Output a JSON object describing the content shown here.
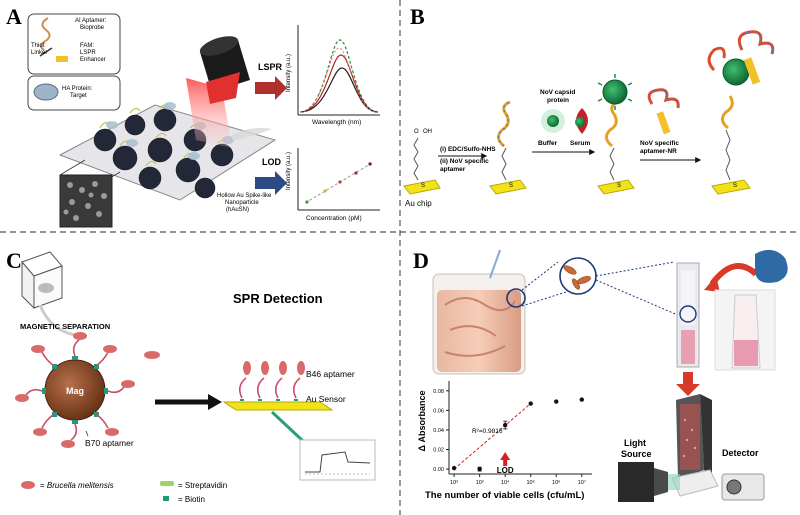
{
  "panels": {
    "A": {
      "letter": "A",
      "legend": {
        "aptamer_line1": "AI Aptamer:",
        "aptamer_line2": "Bioprobe",
        "thiol_line1": "Thiol:",
        "thiol_line2": "Linker",
        "fam_line1": "FAM:",
        "fam_line2": "LSPR",
        "fam_line3": "Enhancer",
        "ha_line1": "HA Protein:",
        "ha_line2": "Target"
      },
      "nanoparticle_label_line1": "Hollow Au Spike-like",
      "nanoparticle_label_line2": "Nanoparticle",
      "nanoparticle_label_line3": "(hAuSN)",
      "lspr_label": "LSPR",
      "lspr_plot": {
        "ylabel": "Intensity (a.u.)",
        "xlabel": "Wavelength (nm)"
      },
      "lod_label": "LOD",
      "lod_plot": {
        "ylabel": "Intensity (a.u.)",
        "xlabel": "Concentration (pM)"
      }
    },
    "B": {
      "letter": "B",
      "au_chip_label": "Au chip",
      "carboxyl_label": "OH",
      "carbonyl_label": "O",
      "s_label": "S",
      "step1": "(i) EDC/Sulfo-NHS",
      "step2_line1": "(ii) NoV specific",
      "step2_line2": "aptamer",
      "capsid_line1": "NoV capsid",
      "capsid_line2": "protein",
      "buffer_label": "Buffer",
      "serum_label": "Serum",
      "aptamer_nr_line1": "NoV specific",
      "aptamer_nr_line2": "aptamer-NR"
    },
    "C": {
      "letter": "C",
      "magnetic_separation": "MAGNETIC SEPARATION",
      "spr_detection": "SPR Detection",
      "mag_label": "Mag",
      "b46_label": "B46 aptamer",
      "au_sensor_label": "Au Sensor",
      "b70_label": "B70 aptamer",
      "legend_brucella_prefix": "= ",
      "legend_brucella": "Brucella melitensis",
      "legend_streptavidin": "= Streptavidin",
      "legend_biotin": "= Biotin"
    },
    "D": {
      "letter": "D",
      "light_source_line1": "Light",
      "light_source_line2": "Source",
      "detector_label": "Detector",
      "lod_label": "LOD",
      "r2_label": "R²=0.9816"
    }
  },
  "chart_data": {
    "type": "scatter",
    "xscale": "log",
    "xlabel": "The number of viable cells (cfu/mL)",
    "ylabel": "Δ Absorbance",
    "x_ticks": [
      "10²",
      "10³",
      "10⁴",
      "10⁵",
      "10⁶",
      "10⁷"
    ],
    "y_ticks": [
      "0.00",
      "0.02",
      "0.04",
      "0.06",
      "0.08"
    ],
    "xlim_exp": [
      1.8,
      7.4
    ],
    "ylim": [
      -0.005,
      0.09
    ],
    "points": [
      {
        "x_exp": 2,
        "y": 0.001,
        "err": 0
      },
      {
        "x_exp": 3,
        "y": 0.0,
        "err": 0.002
      },
      {
        "x_exp": 4,
        "y": 0.045,
        "err": 0.004
      },
      {
        "x_exp": 5,
        "y": 0.067,
        "err": 0
      },
      {
        "x_exp": 6,
        "y": 0.069,
        "err": 0
      },
      {
        "x_exp": 7,
        "y": 0.071,
        "err": 0
      }
    ],
    "fit": {
      "x_exp": [
        2,
        5
      ],
      "y": [
        0.0,
        0.067
      ],
      "color": "#cc2222"
    },
    "lod_marker_x_exp": 4,
    "grid": false
  },
  "colors": {
    "panel_divider": "#555555",
    "gold": "#f2e21a",
    "np_green": "#1a8a4a",
    "arrow_red": "#c0392b",
    "arrow_blue": "#2c4a86",
    "laser_red": "#e03030",
    "mag_brown": "#8b4a2b",
    "streptavidin": "#9ad36b",
    "biotin": "#1f9a7a",
    "bacteria": "#d96a6a"
  }
}
